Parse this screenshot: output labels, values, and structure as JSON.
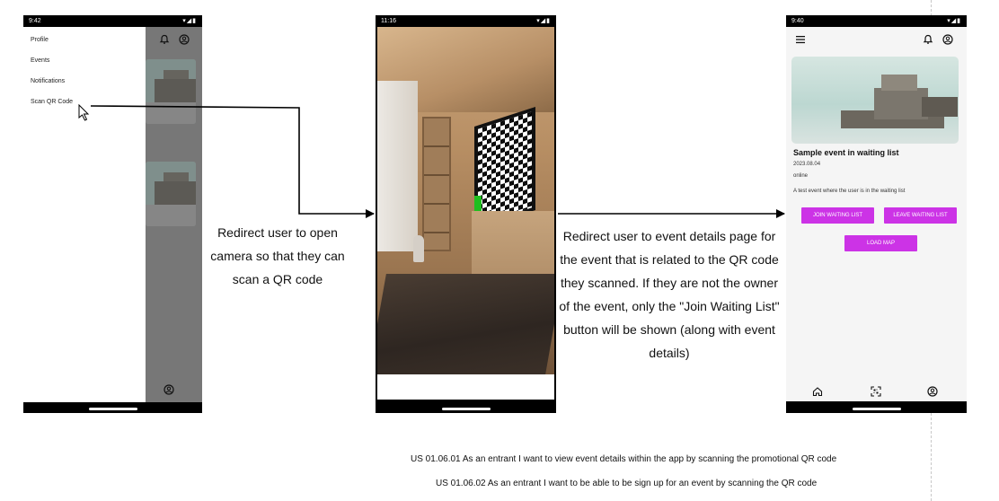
{
  "phone1": {
    "status_time": "9:42",
    "drawer_items": [
      "Profile",
      "Events",
      "Notifications",
      "Scan QR Code"
    ]
  },
  "phone2": {
    "status_time": "11:16"
  },
  "phone3": {
    "status_time": "9:40",
    "event_title": "Sample event in waiting list",
    "event_date": "2023.08.04",
    "event_location": "online",
    "event_description": "A test event where the user is in the waiting list",
    "join_button": "JOIN WAITING LIST",
    "leave_button": "LEAVE WAITING LIST",
    "load_map_button": "LOAD MAP"
  },
  "notes": {
    "redirect_camera": "Redirect user to open camera so that they can scan a QR code",
    "redirect_event": "Redirect user to event details page for the event that is related to the QR code they scanned. If they are not the owner of the event, only the \"Join Waiting List\" button will be shown (along with event details)"
  },
  "user_stories": [
    "US 01.06.01 As an entrant I want to view event details within the app by scanning the promotional QR code",
    "US 01.06.02 As an entrant I want to be able to be sign up for an event by scanning the QR code"
  ],
  "icons": {
    "notification": "bell-icon",
    "account": "account-circle-icon",
    "menu": "menu-icon",
    "home": "home-icon",
    "scan": "qr-scan-icon",
    "cursor": "cursor-icon"
  },
  "colors": {
    "button": "#cc33e6"
  }
}
